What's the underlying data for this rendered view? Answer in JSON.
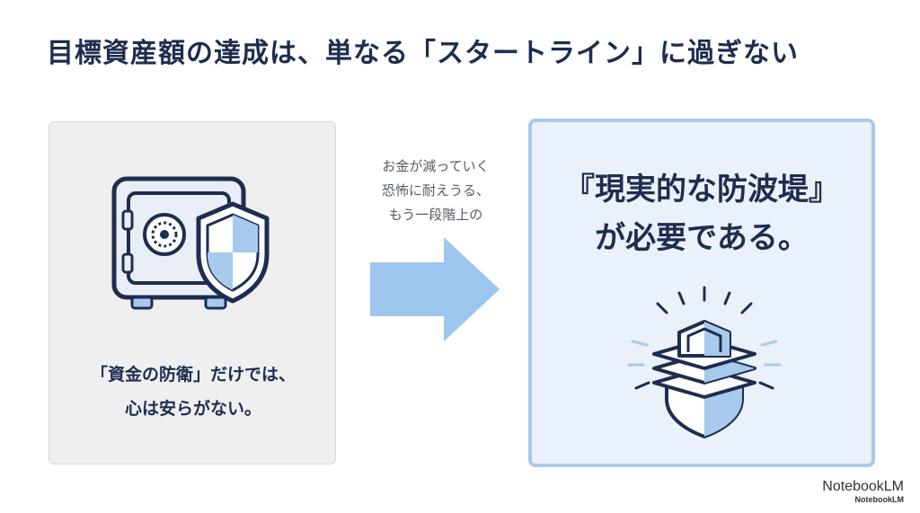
{
  "title": "目標資産額の達成は、単なる「スタートライン」に過ぎない",
  "left_card": {
    "line1": "「資金の防衛」だけでは、",
    "line2": "心は安らがない。"
  },
  "middle": {
    "line1": "お金が減っていく",
    "line2": "恐怖に耐えうる、",
    "line3": "もう一段階上の"
  },
  "right_card": {
    "line1": "『現実的な防波堤』",
    "line2": "が必要である。"
  },
  "branding": {
    "main": "NotebookLM",
    "sub": "NotebookLM"
  },
  "colors": {
    "navy": "#1e2d4f",
    "light_blue": "#a8caec",
    "arrow_blue": "#9dc6ef",
    "left_bg": "#efefef",
    "right_bg": "#eaf1fa"
  }
}
